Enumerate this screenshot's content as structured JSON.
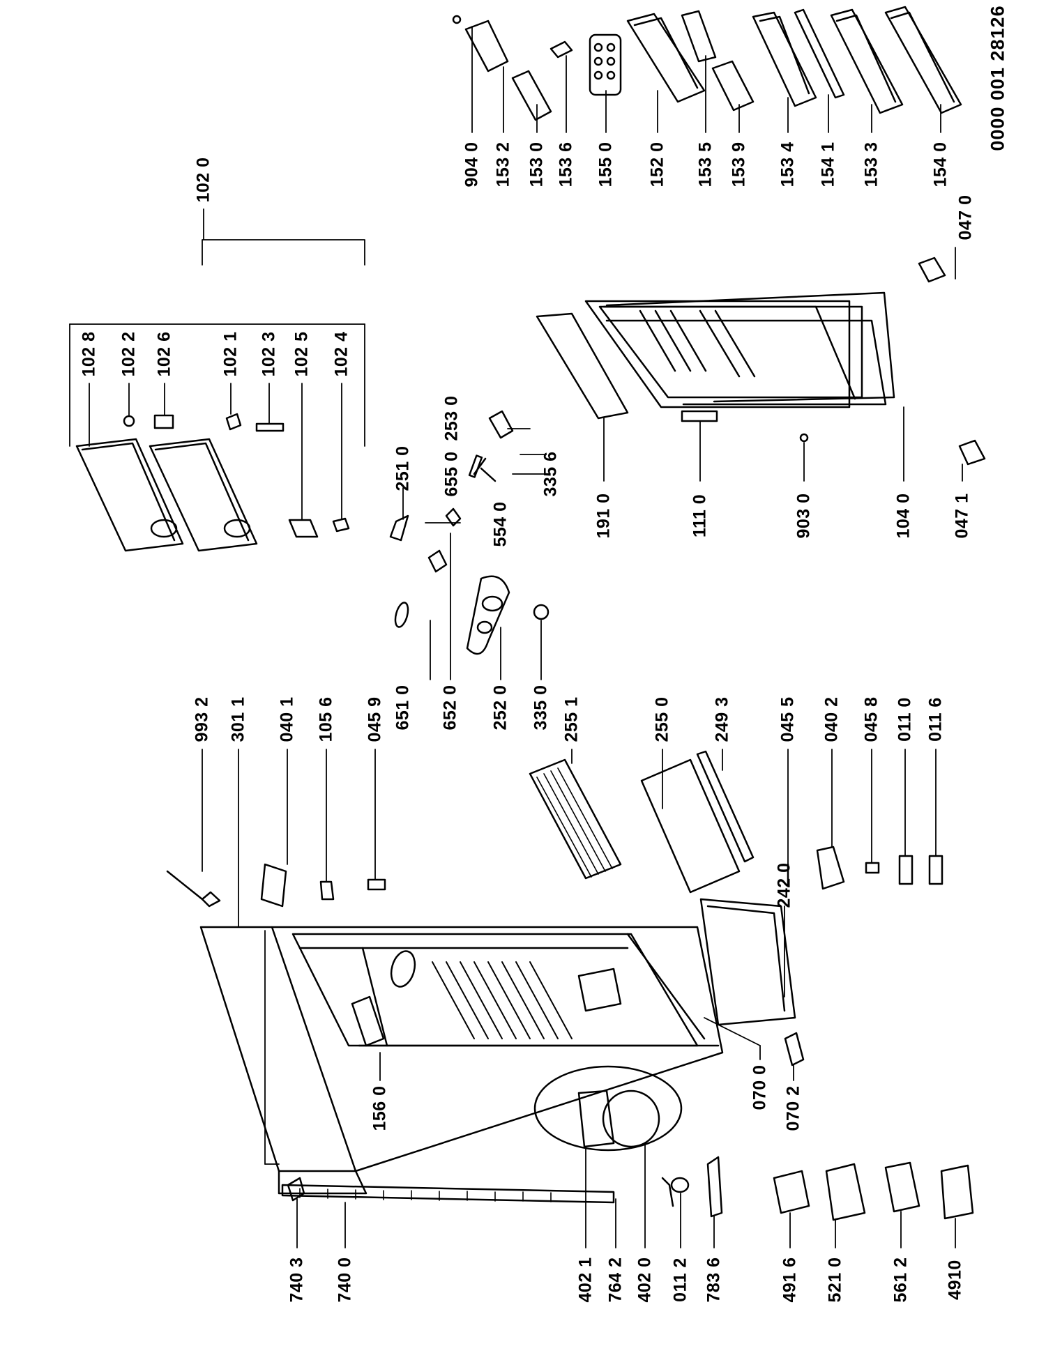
{
  "document": {
    "reference_code": "0000 001 28126",
    "part_labels": [
      "904 0",
      "153 2",
      "153 0",
      "153 6",
      "155 0",
      "152 0",
      "153 5",
      "153 9",
      "153 4",
      "154 1",
      "153 3",
      "154 0",
      "102 0",
      "102 8",
      "102 2",
      "102 6",
      "102 1",
      "102 3",
      "102 5",
      "102 4",
      "251 0",
      "253 0",
      "655 0",
      "335 6",
      "554 0",
      "652 0",
      "651 0",
      "252 0",
      "335 0",
      "191 0",
      "111 0",
      "903 0",
      "104 0",
      "047 1",
      "047 0",
      "993 2",
      "301 1",
      "040 1",
      "105 6",
      "045 9",
      "156 0",
      "255 1",
      "255 0",
      "249 3",
      "242 0",
      "045 5",
      "040 2",
      "045 8",
      "011 0",
      "011 6",
      "070 0",
      "070 2",
      "740 3",
      "740 0",
      "402 1",
      "764 2",
      "402 0",
      "011 2",
      "783 6",
      "491 6",
      "521 0",
      "561 2",
      "4910"
    ]
  }
}
